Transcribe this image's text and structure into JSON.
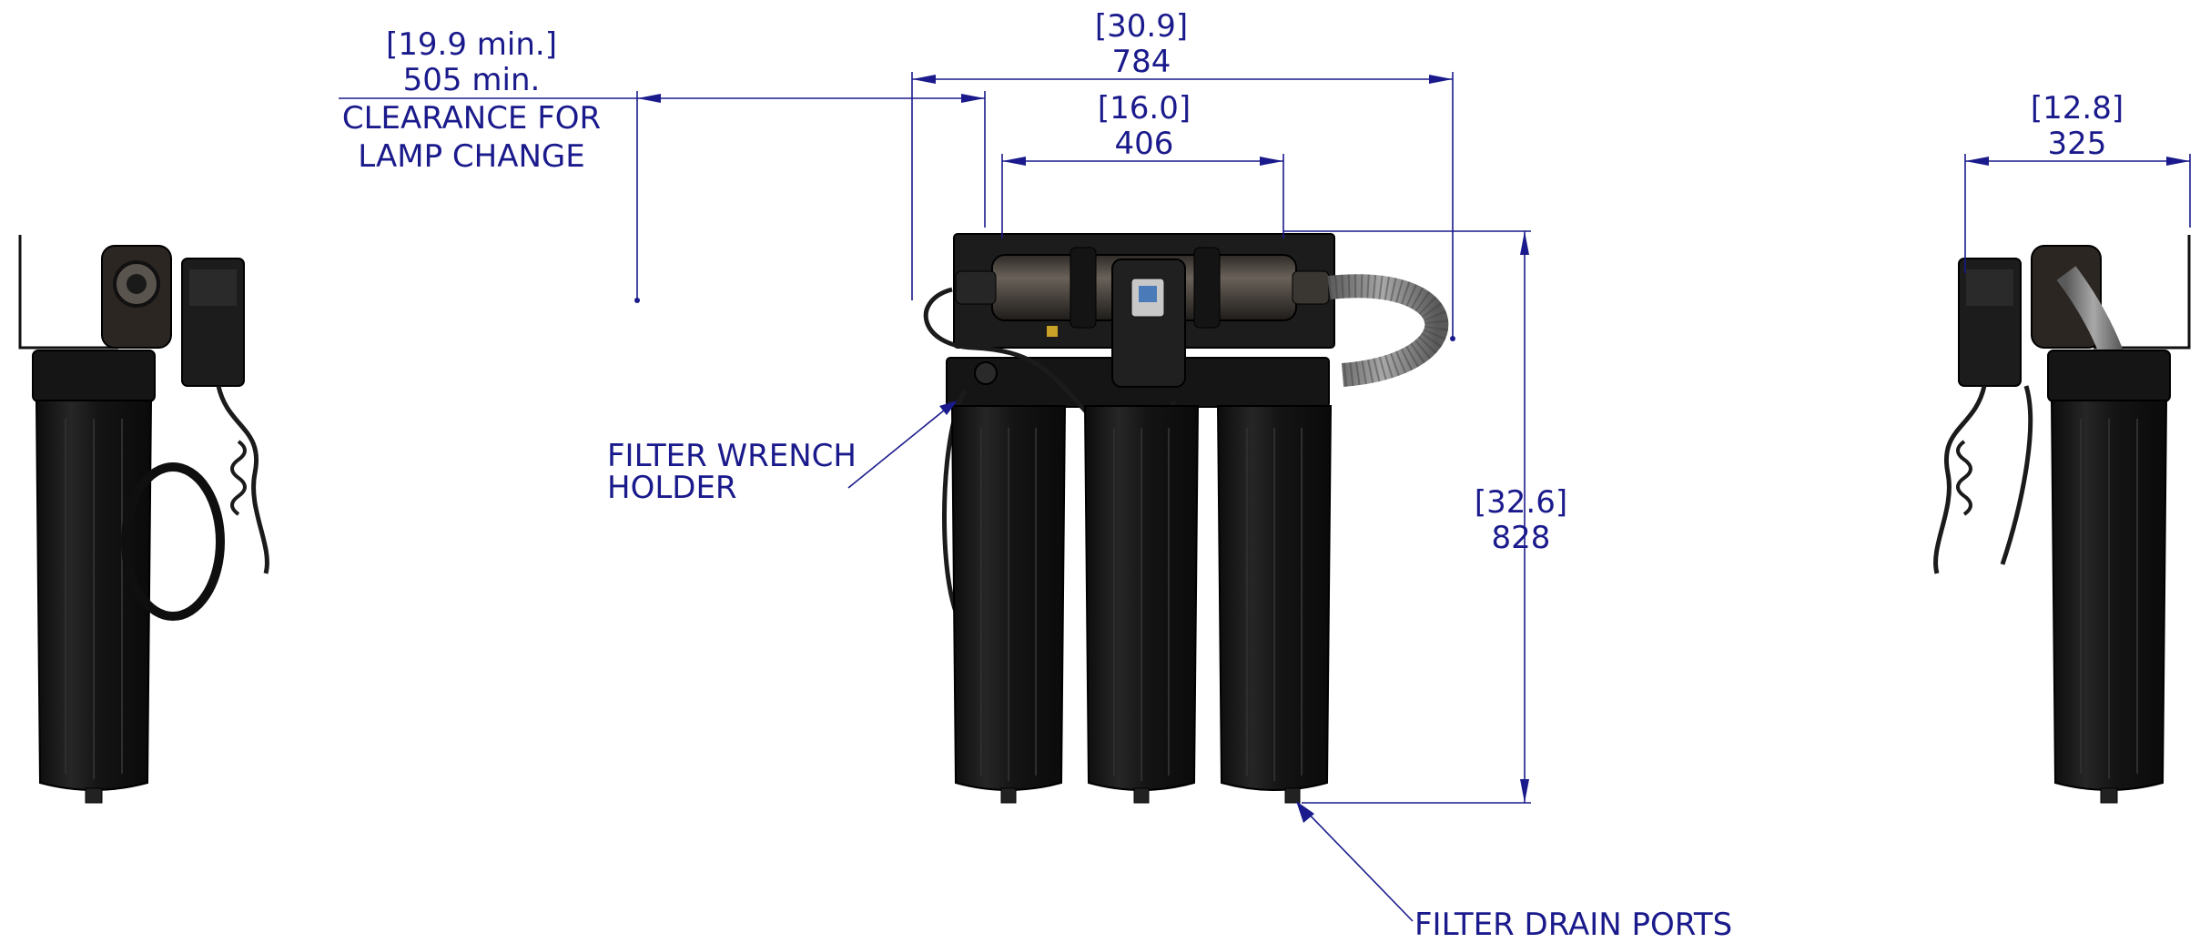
{
  "dimensions": {
    "clearance_in": "[19.9 min.]",
    "clearance_mm": "505 min.",
    "clearance_note_line1": "CLEARANCE FOR",
    "clearance_note_line2": "LAMP CHANGE",
    "overall_width_in": "[30.9]",
    "overall_width_mm": "784",
    "filter_spacing_in": "[16.0]",
    "filter_spacing_mm": "406",
    "depth_in": "[12.8]",
    "depth_mm": "325",
    "height_in": "[32.6]",
    "height_mm": "828"
  },
  "callouts": {
    "wrench_line1": "FILTER WRENCH",
    "wrench_line2": "HOLDER",
    "drain_ports": "FILTER DRAIN PORTS"
  },
  "colors": {
    "dimension": "#1a1a8c",
    "housing": "#151515",
    "uv_chamber": "#4a443e",
    "steel_hose": "#8a8a8a"
  }
}
